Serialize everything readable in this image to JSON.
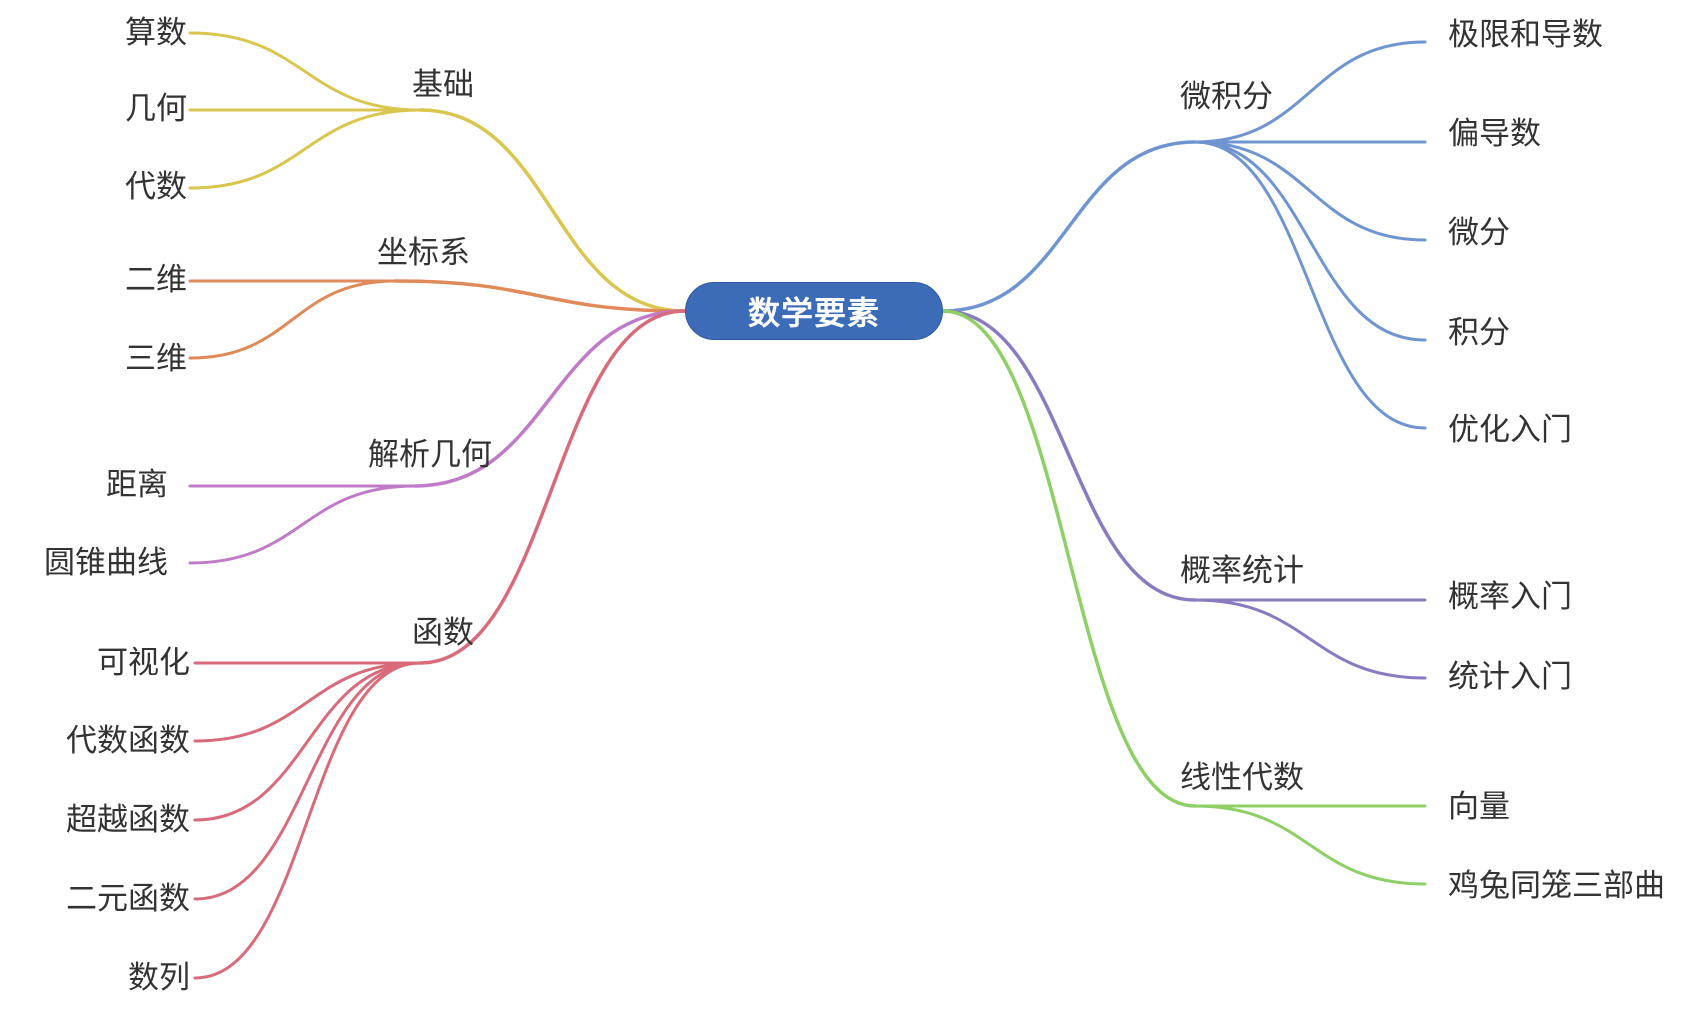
{
  "root": {
    "label": "数学要素"
  },
  "branches": [
    {
      "id": "jichu",
      "label": "基础",
      "color": "#d9c64f",
      "children": [
        "算数",
        "几何",
        "代数"
      ]
    },
    {
      "id": "zuobiao",
      "label": "坐标系",
      "color": "#e08a5a",
      "children": [
        "二维",
        "三维"
      ]
    },
    {
      "id": "jiexi",
      "label": "解析几何",
      "color": "#c07ac8",
      "children": [
        "距离",
        "圆锥曲线"
      ]
    },
    {
      "id": "hanshu",
      "label": "函数",
      "color": "#d96a7a",
      "children": [
        "可视化",
        "代数函数",
        "超越函数",
        "二元函数",
        "数列"
      ]
    },
    {
      "id": "weijifen",
      "label": "微积分",
      "color": "#6f95d0",
      "children": [
        "极限和导数",
        "偏导数",
        "微分",
        "积分",
        "优化入门"
      ]
    },
    {
      "id": "gailv",
      "label": "概率统计",
      "color": "#8a7bc0",
      "children": [
        "概率入门",
        "统计入门"
      ]
    },
    {
      "id": "xianxing",
      "label": "线性代数",
      "color": "#8fd066",
      "children": [
        "向量",
        "鸡兔同笼三部曲"
      ]
    }
  ]
}
